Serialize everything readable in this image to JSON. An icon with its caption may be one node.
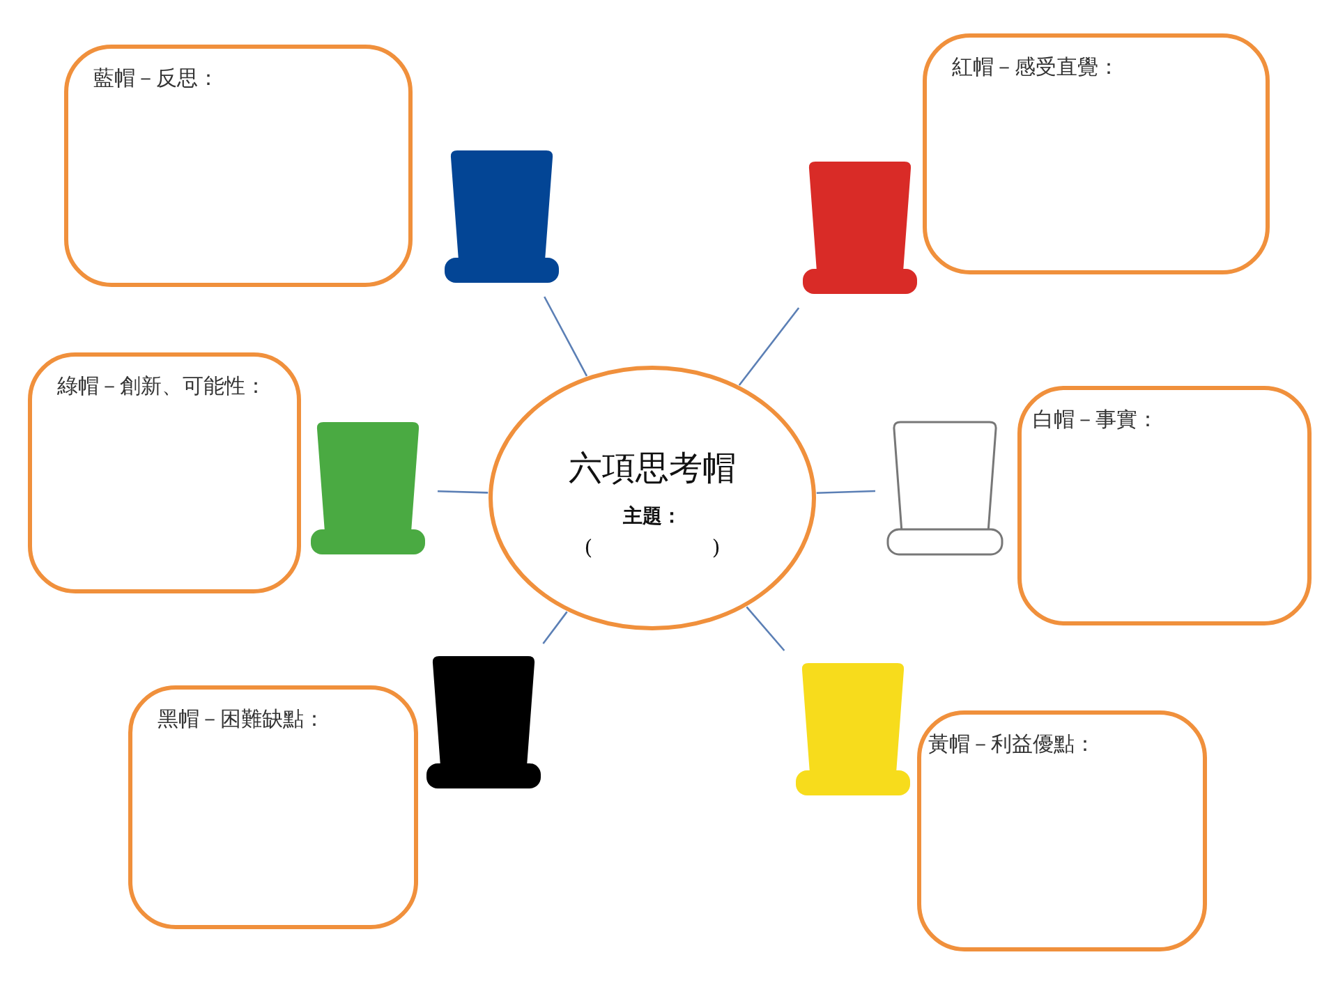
{
  "diagram": {
    "nodes": [
      {
        "text": [
          "藍帽－反思："
        ]
      },
      {
        "text": [],
        "shape": "hat"
      },
      {
        "text": [],
        "shape": "hat"
      },
      {
        "text": [
          "紅帽－感受直覺："
        ]
      },
      {
        "text": [
          "綠帽－創新、可能性："
        ]
      },
      {
        "text": [],
        "shape": "hat"
      },
      {
        "text": [
          "六項思考帽",
          "主題：",
          "(                  )"
        ]
      },
      {
        "text": [],
        "shape": "hat"
      },
      {
        "text": [
          "白帽－事實："
        ]
      },
      {
        "text": [],
        "shape": "hat"
      },
      {
        "text": [],
        "shape": "hat"
      },
      {
        "text": [
          "黑帽－困難缺點："
        ]
      },
      {
        "text": [
          "黃帽－利益優點："
        ]
      }
    ],
    "edges": [
      {
        "from": 6,
        "to": 1,
        "arrow": "none"
      },
      {
        "from": 6,
        "to": 2,
        "arrow": "none"
      },
      {
        "from": 6,
        "to": 5,
        "arrow": "none"
      },
      {
        "from": 6,
        "to": 7,
        "arrow": "none"
      },
      {
        "from": 6,
        "to": 9,
        "arrow": "none"
      },
      {
        "from": 6,
        "to": 10,
        "arrow": "none"
      }
    ]
  }
}
